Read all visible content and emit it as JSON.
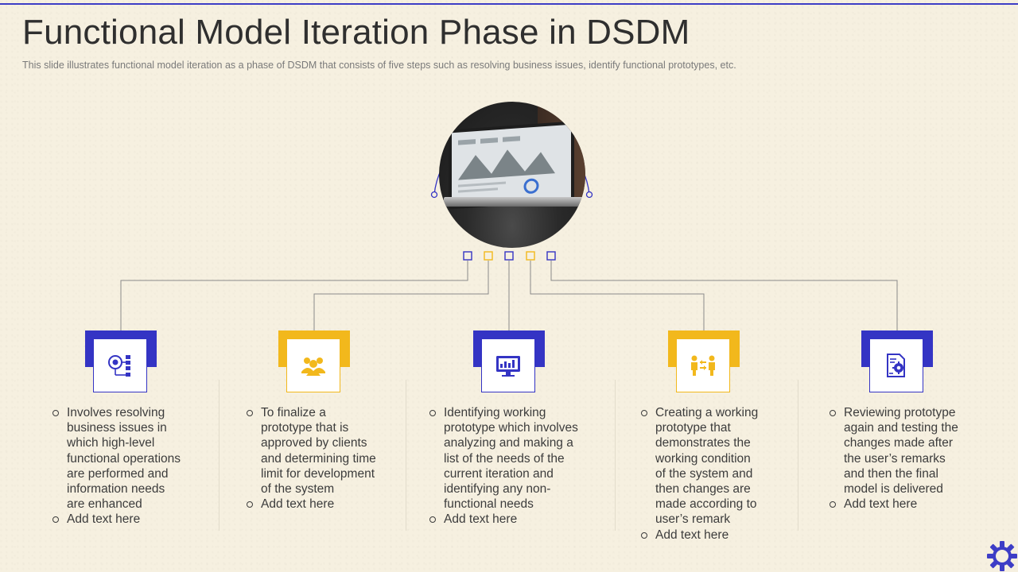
{
  "slide": {
    "title": "Functional Model Iteration Phase in DSDM",
    "subtitle": "This slide illustrates functional model iteration as a phase of DSDM that consists of five  steps such as resolving  business issues, identify functional prototypes, etc."
  },
  "colors": {
    "blue": "#3434c4",
    "gold": "#f2b81c",
    "rule": "#3d3dc6"
  },
  "hero_image": {
    "icon": "laptop-photo"
  },
  "steps": [
    {
      "icon": "target-network-icon",
      "accent": "blue",
      "lines": [
        "Involves  resolving",
        "business issues in",
        "which high-level",
        "functional  operations",
        "are performed and",
        "information needs",
        "are enhanced"
      ],
      "placeholder": "Add text here"
    },
    {
      "icon": "team-icon",
      "accent": "gold",
      "lines": [
        "To finalize a",
        "prototype that is",
        "approved by clients",
        "and determining time",
        "limit for development",
        "of the system"
      ],
      "placeholder": "Add text here"
    },
    {
      "icon": "dashboard-monitor-icon",
      "accent": "blue",
      "lines": [
        "Identifying  working",
        "prototype which involves",
        "analyzing  and making a",
        "list of the needs of the",
        "current iteration and",
        "identifying any non-",
        "functional  needs"
      ],
      "placeholder": "Add text here"
    },
    {
      "icon": "exchange-people-icon",
      "accent": "gold",
      "lines": [
        "Creating a working",
        "prototype that",
        "demonstrates the",
        "working condition",
        "of the system  and",
        "then changes are",
        "made according to",
        "user’s remark"
      ],
      "placeholder": "Add text here"
    },
    {
      "icon": "document-gear-icon",
      "accent": "blue",
      "lines": [
        "Reviewing prototype",
        "again and testing the",
        "changes made after",
        "the user’s remarks",
        "and then the final",
        "model is delivered"
      ],
      "placeholder": "Add text here"
    }
  ]
}
